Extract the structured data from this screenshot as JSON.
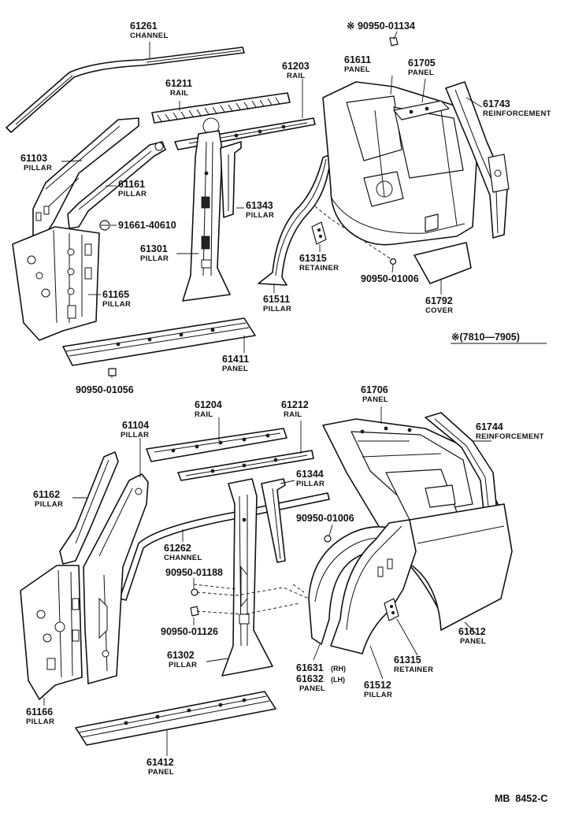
{
  "labels": {
    "l61261": {
      "number": "61261",
      "name": "CHANNEL"
    },
    "l9095001134": {
      "number": "※ 90950-01134"
    },
    "l61211": {
      "number": "61211",
      "name": "RAIL"
    },
    "l61203": {
      "number": "61203",
      "name": "RAIL"
    },
    "l61611": {
      "number": "61611",
      "name": "PANEL"
    },
    "l61705": {
      "number": "61705",
      "name": "PANEL"
    },
    "l61743": {
      "number": "61743",
      "name": "REINFORCEMENT"
    },
    "l61103": {
      "number": "61103",
      "name": "PILLAR"
    },
    "l61161": {
      "number": "61161",
      "name": "PILLAR"
    },
    "l61343": {
      "number": "61343",
      "name": "PILLAR"
    },
    "l9166140610": {
      "number": "91661-40610"
    },
    "l61301": {
      "number": "61301",
      "name": "PILLAR"
    },
    "l61315a": {
      "number": "61315",
      "name": "RETAINER"
    },
    "l9095001006a": {
      "number": "90950-01006"
    },
    "l61165": {
      "number": "61165",
      "name": "PILLAR"
    },
    "l61511": {
      "number": "61511",
      "name": "PILLAR"
    },
    "l61792": {
      "number": "61792",
      "name": "COVER"
    },
    "l7810": {
      "number": "※(7810—7905)"
    },
    "l61411": {
      "number": "61411",
      "name": "PANEL"
    },
    "l9095001056": {
      "number": "90950-01056"
    },
    "l61706": {
      "number": "61706",
      "name": "PANEL"
    },
    "l61204": {
      "number": "61204",
      "name": "RAIL"
    },
    "l61212": {
      "number": "61212",
      "name": "RAIL"
    },
    "l61104": {
      "number": "61104",
      "name": "PILLAR"
    },
    "l61744": {
      "number": "61744",
      "name": "REINFORCEMENT"
    },
    "l61162": {
      "number": "61162",
      "name": "PILLAR"
    },
    "l61344": {
      "number": "61344",
      "name": "PILLAR"
    },
    "l9095001006b": {
      "number": "90950-01006"
    },
    "l61262": {
      "number": "61262",
      "name": "CHANNEL"
    },
    "l9095001188": {
      "number": "90950-01188"
    },
    "l9095001126": {
      "number": "90950-01126"
    },
    "l61302": {
      "number": "61302",
      "name": "PILLAR"
    },
    "l61631": {
      "number": "61631",
      "suffix": "(RH)"
    },
    "l61632": {
      "number": "61632",
      "suffix": "(LH)",
      "name": "PANEL"
    },
    "l61315b": {
      "number": "61315",
      "name": "RETAINER"
    },
    "l61612": {
      "number": "61612",
      "name": "PANEL"
    },
    "l61512": {
      "number": "61512",
      "name": "PILLAR"
    },
    "l61166": {
      "number": "61166",
      "name": "PILLAR"
    },
    "l61412": {
      "number": "61412",
      "name": "PANEL"
    }
  },
  "footer": {
    "code": "MB  8452-C"
  }
}
